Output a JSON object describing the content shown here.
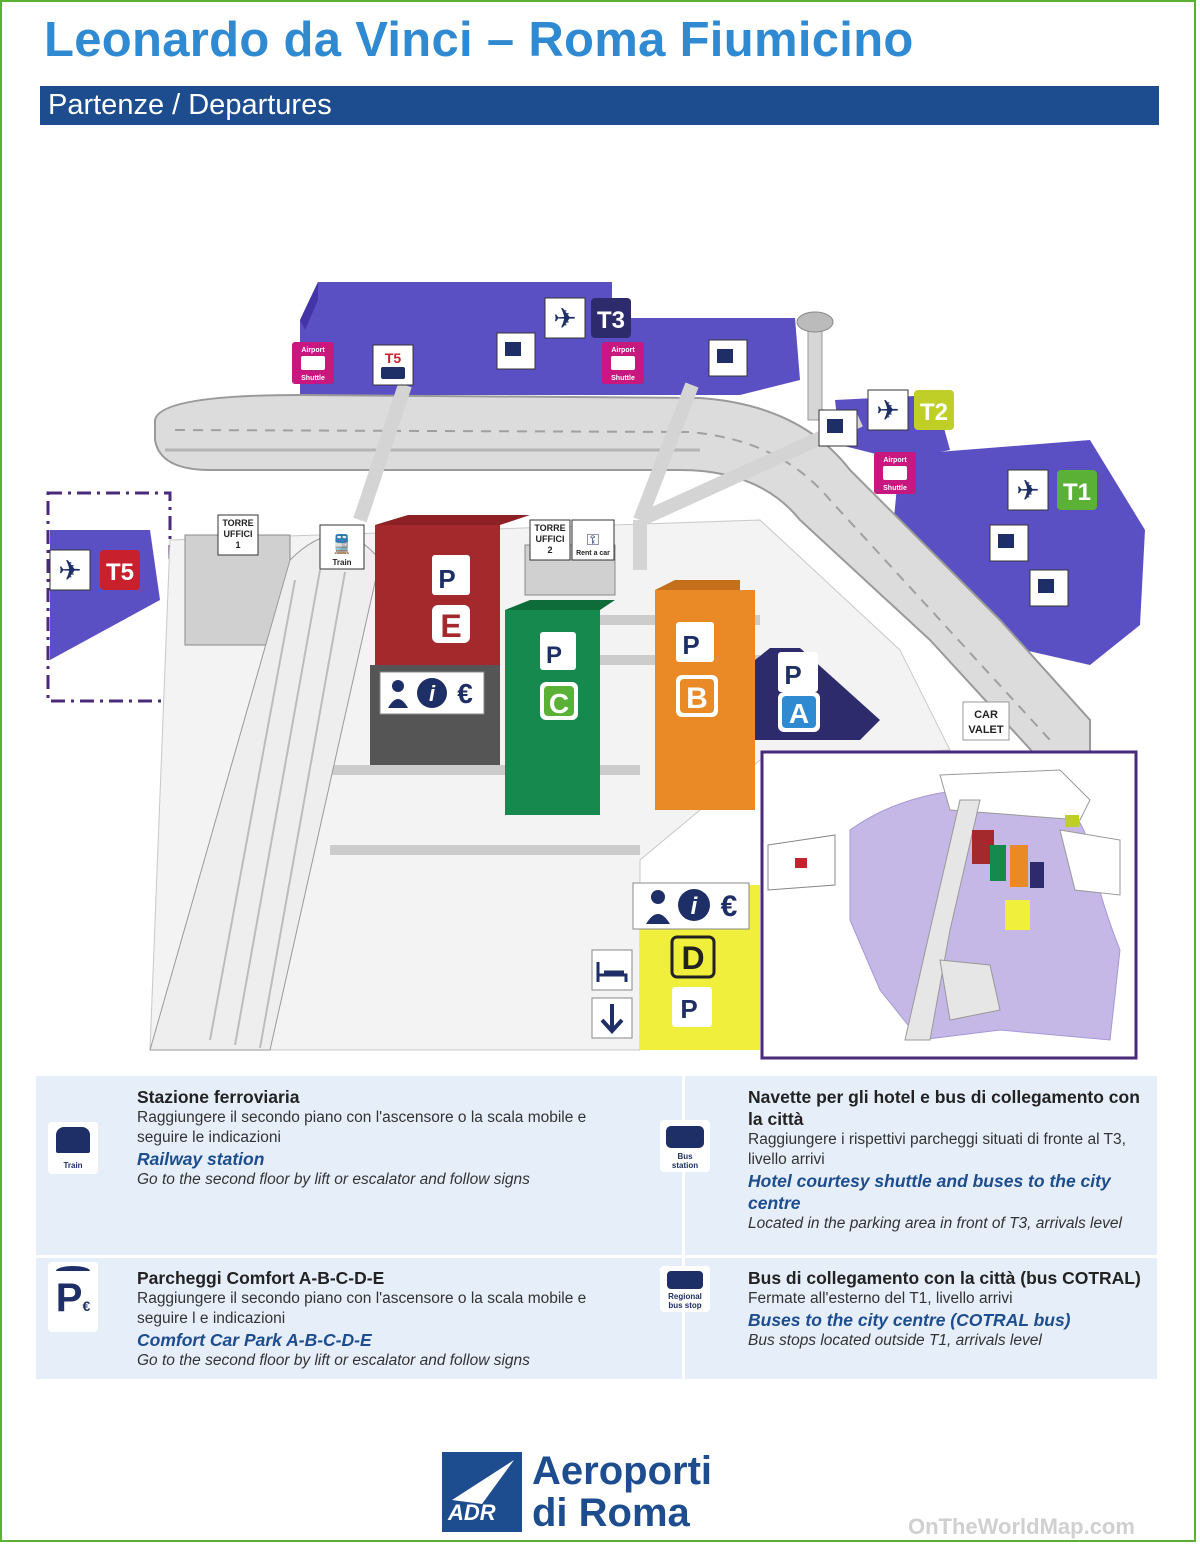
{
  "header": {
    "title": "Leonardo da Vinci – Roma Fiumicino",
    "subtitle": "Partenze / Departures"
  },
  "map": {
    "terminals": [
      "T1",
      "T2",
      "T3",
      "T5"
    ],
    "parkings": [
      "A",
      "B",
      "C",
      "D",
      "E"
    ],
    "labels": {
      "torre1_a": "TORRE",
      "torre1_b": "UFFICI",
      "torre1_c": "1",
      "torre2_a": "TORRE",
      "torre2_b": "UFFICI",
      "torre2_c": "2",
      "train": "Train",
      "rent_a_car": "Rent a car",
      "car_valet_a": "CAR",
      "car_valet_b": "VALET",
      "airport_shuttle_a": "Airport",
      "airport_shuttle_b": "Shuttle",
      "parking_symbol": "P",
      "euro": "€",
      "info_i": "i"
    },
    "colors": {
      "terminal": "#5b4fc4",
      "parking_a": "#2d2b6b",
      "parking_b": "#e98a27",
      "parking_c": "#168a4e",
      "parking_d": "#a3292d",
      "parking_e": "#f0ef3c",
      "t1": "#5bb135",
      "t2": "#bfcf27",
      "t3": "#2d2b6b",
      "t5": "#c8202d",
      "shuttle": "#c8177f"
    }
  },
  "info": {
    "train": {
      "icon": "train-icon",
      "icon_caption": "Train",
      "title_it": "Stazione ferroviaria",
      "text_it": "Raggiungere il secondo piano con l'ascensore o la scala mobile e seguire le indicazioni",
      "title_en": "Railway station",
      "text_en": "Go to the second floor by lift or escalator and follow signs"
    },
    "shuttle": {
      "icon": "bus-icon",
      "icon_caption_1": "Bus",
      "icon_caption_2": "station",
      "title_it": "Navette per gli hotel e bus di collegamento con la città",
      "text_it": "Raggiungere i rispettivi parcheggi situati di fronte al T3, livello arrivi",
      "title_en": "Hotel courtesy shuttle and buses to the city centre",
      "text_en": "Located in the parking area in front of T3, arrivals level"
    },
    "parking": {
      "icon": "parking-icon",
      "title_it": "Parcheggi Comfort A-B-C-D-E",
      "text_it": "Raggiungere il secondo piano con l'ascensore o la scala mobile e seguire l e indicazioni",
      "title_en": "Comfort Car Park A-B-C-D-E",
      "text_en": "Go to the second floor by lift or escalator and follow signs"
    },
    "cotral": {
      "icon": "regional-bus-icon",
      "icon_caption_1": "Regional",
      "icon_caption_2": "bus stop",
      "title_it": "Bus di collegamento con la città (bus COTRAL)",
      "text_it": "Fermate all'esterno del T1, livello arrivi",
      "title_en": "Buses to the city centre (COTRAL bus)",
      "text_en": "Bus stops located outside T1, arrivals level"
    }
  },
  "footer": {
    "logo_short": "ADR",
    "brand_line1": "Aeroporti",
    "brand_line2": "di Roma",
    "watermark": "OnTheWorldMap.com"
  }
}
